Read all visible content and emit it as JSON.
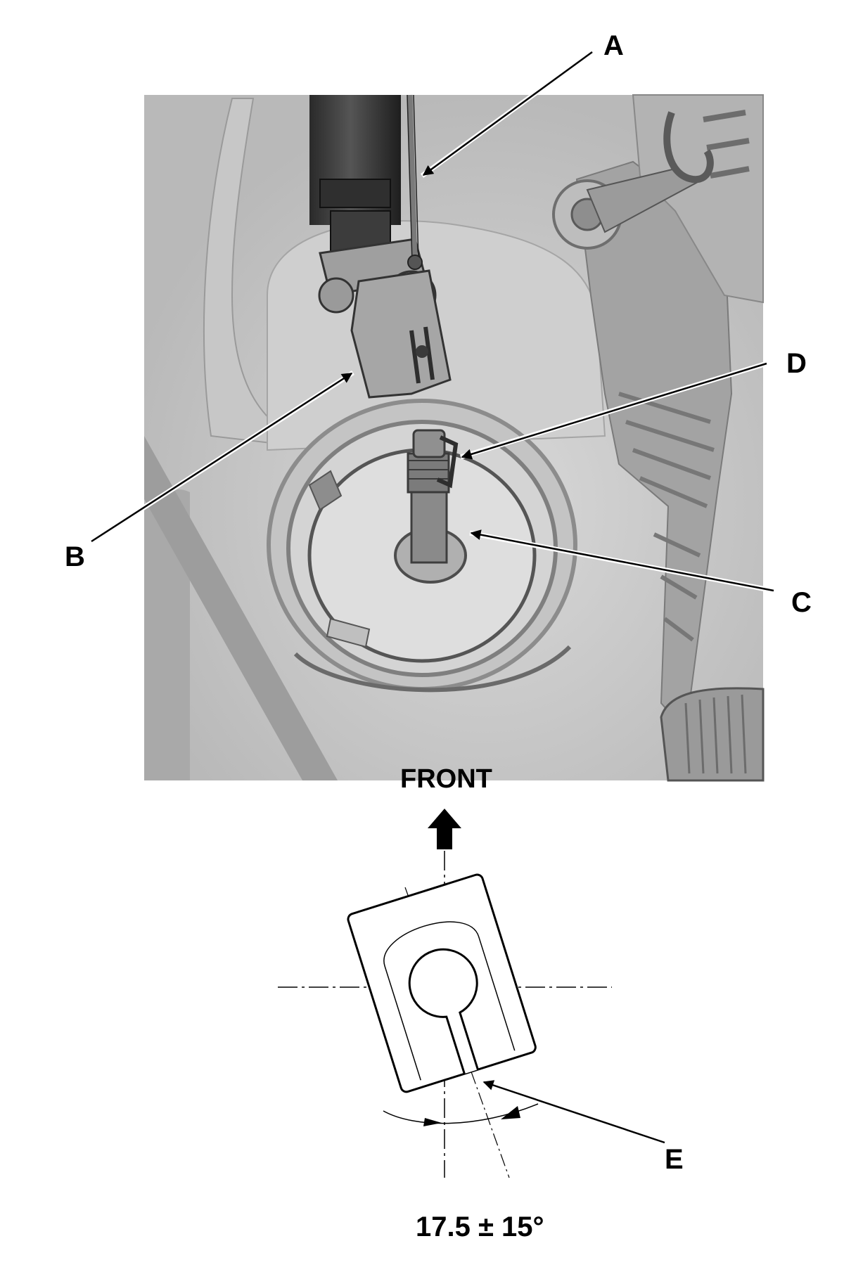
{
  "callouts": {
    "a": "A",
    "b": "B",
    "c": "C",
    "d": "D",
    "e": "E"
  },
  "direction_label": "FRONT",
  "angle_spec": "17.5 ± 15°",
  "colors": {
    "photo_background": "#bdbdbd",
    "outline": "#000000",
    "highlight": "#ffffff"
  }
}
